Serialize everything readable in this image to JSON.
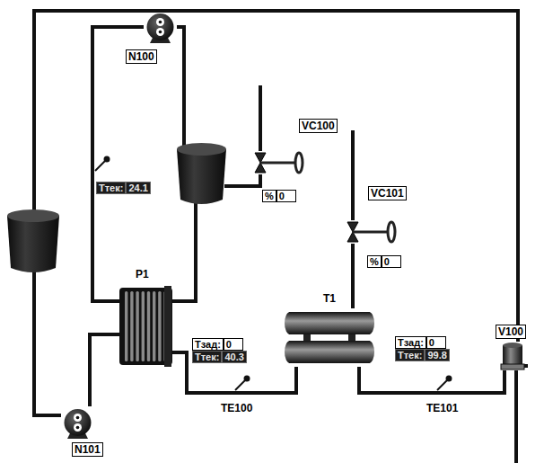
{
  "diagram": {
    "nodes": [
      {
        "text": [
          "N100"
        ]
      },
      {
        "text": [
          "VC100"
        ]
      },
      {
        "text": [
          "VC101"
        ]
      },
      {
        "text": [
          "P1"
        ]
      },
      {
        "text": [
          "T1"
        ]
      },
      {
        "text": [
          "V100"
        ]
      },
      {
        "text": [
          "N101"
        ]
      }
    ],
    "edges": [
      {
        "from": 6,
        "to": 3,
        "arrow": "none"
      },
      {
        "from": 3,
        "to": 4,
        "arrow": "none"
      },
      {
        "from": 4,
        "to": 5,
        "arrow": "none"
      },
      {
        "from": 3,
        "to": 0,
        "arrow": "none"
      },
      {
        "from": 0,
        "to": 3,
        "arrow": "none"
      },
      {
        "from": 5,
        "to": 6,
        "arrow": "none"
      },
      {
        "from": 2,
        "to": 4,
        "arrow": "none"
      }
    ],
    "labels": [
      "Ттек:",
      "24.1",
      "%",
      "0",
      "%",
      "0",
      "Тзад:",
      "0",
      "Ттек:",
      "40.3",
      "TE100",
      "Тзад:",
      "0",
      "Ттек:",
      "99.8",
      "TE101"
    ]
  }
}
